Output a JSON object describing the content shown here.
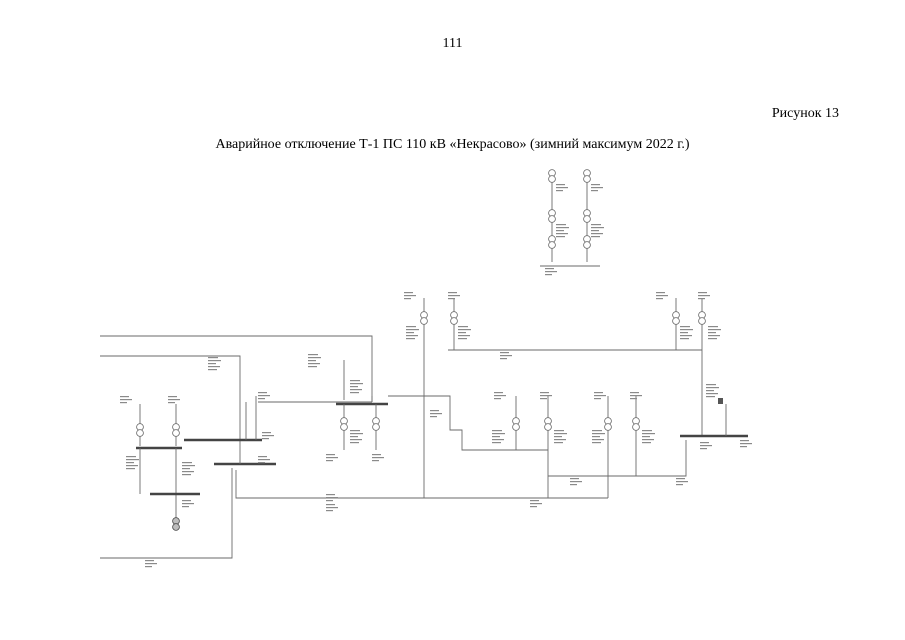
{
  "page": {
    "number": "111",
    "figure_label": "Рисунок 13",
    "figure_title": "Аварийное отключение Т-1 ПС 110 кВ «Некрасово» (зимний максимум 2022 г.)"
  },
  "colors": {
    "lines": "#6a6a6a",
    "bus": "#444444",
    "labels": "#8a8a8a"
  }
}
